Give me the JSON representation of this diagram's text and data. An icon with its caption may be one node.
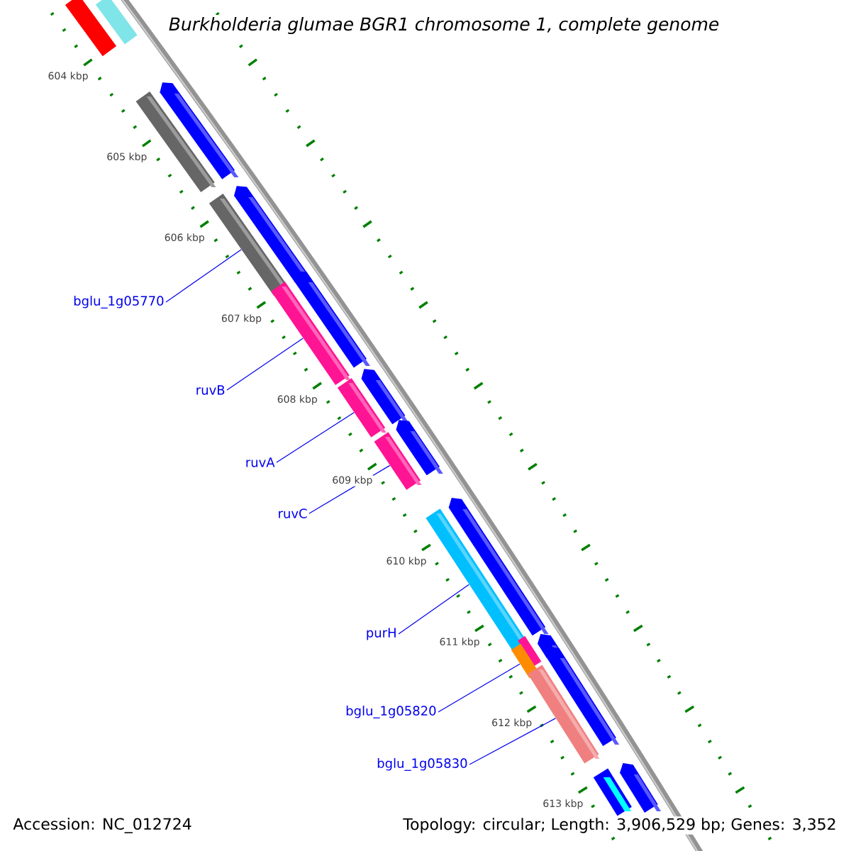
{
  "diagram": {
    "title": "Burkholderia glumae BGR1 chromosome 1, complete genome",
    "nodes": [
      {
        "text": [
          "bglu_1g05770"
        ]
      },
      {
        "text": [
          "ruvB"
        ]
      },
      {
        "text": [
          "ruvA"
        ]
      },
      {
        "text": [
          "ruvC"
        ]
      },
      {
        "text": [
          "purH"
        ]
      },
      {
        "text": [
          "bglu_1g05820"
        ]
      },
      {
        "text": [
          "bglu_1g05830"
        ]
      },
      {
        "text": [],
        "shape": "bar"
      },
      {
        "text": [],
        "shape": "bar"
      },
      {
        "text": [],
        "shape": "bar"
      },
      {
        "text": [],
        "shape": "bar"
      },
      {
        "text": [],
        "shape": "bar"
      },
      {
        "text": [],
        "shape": "bar"
      },
      {
        "text": [],
        "shape": "bar"
      },
      {
        "text": [],
        "shape": "bar"
      },
      {
        "text": [],
        "shape": "bar"
      },
      {
        "text": [],
        "shape": "bar"
      },
      {
        "text": [],
        "shape": "bar"
      },
      {
        "text": [],
        "shape": "bar"
      },
      {
        "text": [],
        "shape": "bar"
      },
      {
        "text": [],
        "shape": "bar"
      },
      {
        "text": [],
        "shape": "bar"
      },
      {
        "text": [],
        "shape": "bar"
      },
      {
        "text": [],
        "shape": "bar"
      },
      {
        "text": [],
        "shape": "bar"
      },
      {
        "text": [],
        "shape": "bar"
      },
      {
        "text": [],
        "shape": "bar"
      },
      {
        "text": [],
        "shape": "bar"
      }
    ],
    "edges": [
      {
        "from": 0,
        "to": 12,
        "arrow": "none"
      },
      {
        "from": 1,
        "to": 14,
        "arrow": "none"
      },
      {
        "from": 2,
        "to": 16,
        "arrow": "none"
      },
      {
        "from": 3,
        "to": 18,
        "arrow": "none"
      },
      {
        "from": 4,
        "to": 20,
        "arrow": "none"
      },
      {
        "from": 5,
        "to": 23,
        "arrow": "none"
      },
      {
        "from": 6,
        "to": 25,
        "arrow": "none"
      }
    ],
    "labels": [
      "604 kbp",
      "605 kbp",
      "606 kbp",
      "607 kbp",
      "608 kbp",
      "609 kbp",
      "610 kbp",
      "611 kbp",
      "612 kbp",
      "613 kbp",
      "Accession: NC_012724",
      "Topology: circular; Length: 3,906,529 bp; Genes: 3,352"
    ]
  }
}
